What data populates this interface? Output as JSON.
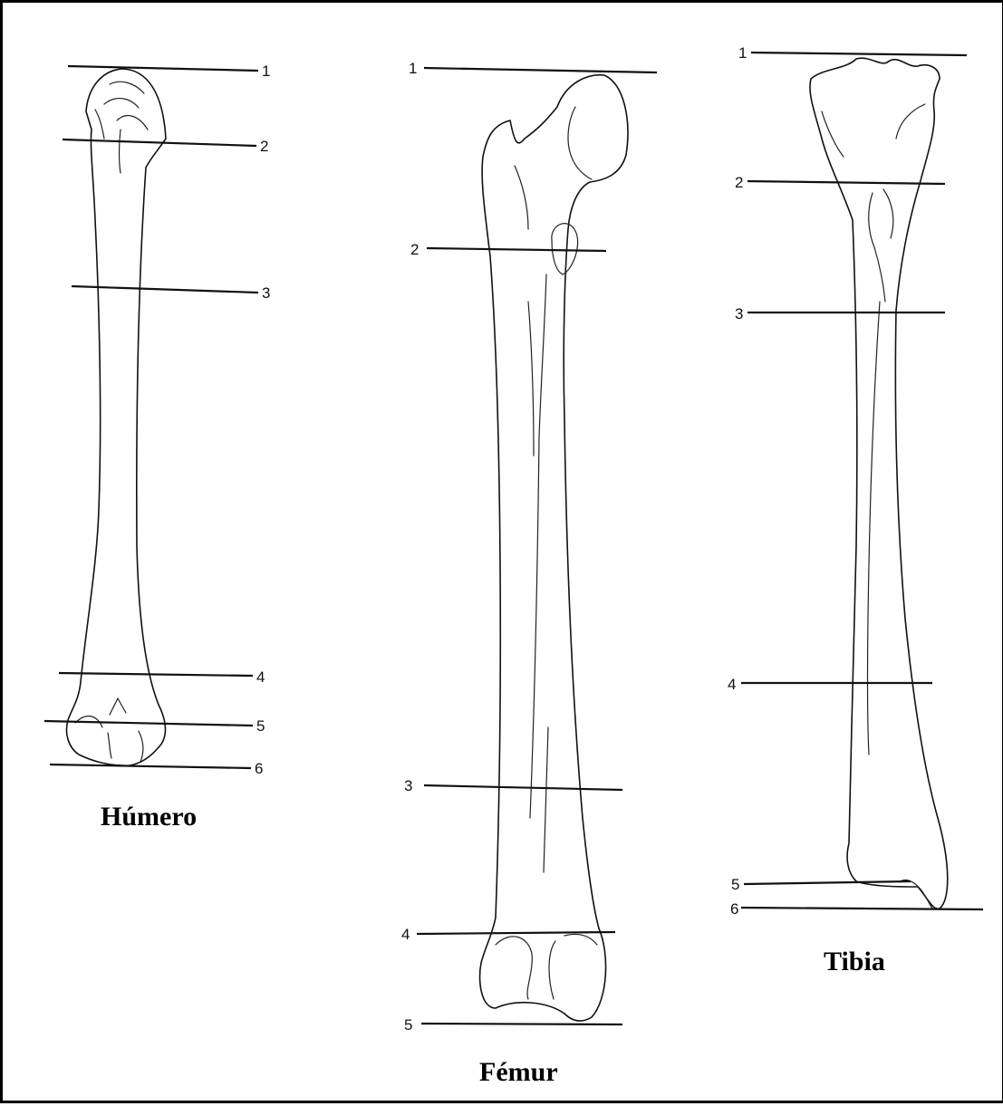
{
  "bones": [
    {
      "key": "humerus",
      "caption": "Húmero",
      "levels": [
        "1",
        "2",
        "3",
        "4",
        "5",
        "6"
      ]
    },
    {
      "key": "femur",
      "caption": "Fémur",
      "levels": [
        "1",
        "2",
        "3",
        "4",
        "5"
      ]
    },
    {
      "key": "tibia",
      "caption": "Tibia",
      "levels": [
        "1",
        "2",
        "3",
        "4",
        "5",
        "6"
      ]
    }
  ]
}
